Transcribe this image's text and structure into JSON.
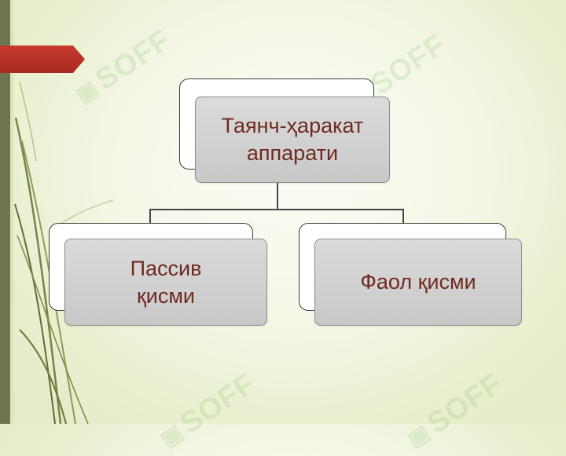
{
  "diagram": {
    "root": {
      "label": "Таянч-ҳаракат\nаппарати"
    },
    "children": [
      {
        "label": "Пассив\nқисми"
      },
      {
        "label": "Фаол қисми"
      }
    ]
  },
  "watermark": {
    "text": "SOFF"
  },
  "theme": {
    "background": "#eef3da",
    "left_bar": "#6c7550",
    "arrow_red": "#b92f25",
    "node_fill": "#d1d1d1",
    "label_color": "#6f2a21",
    "frame_border": "#3c3c3c"
  }
}
